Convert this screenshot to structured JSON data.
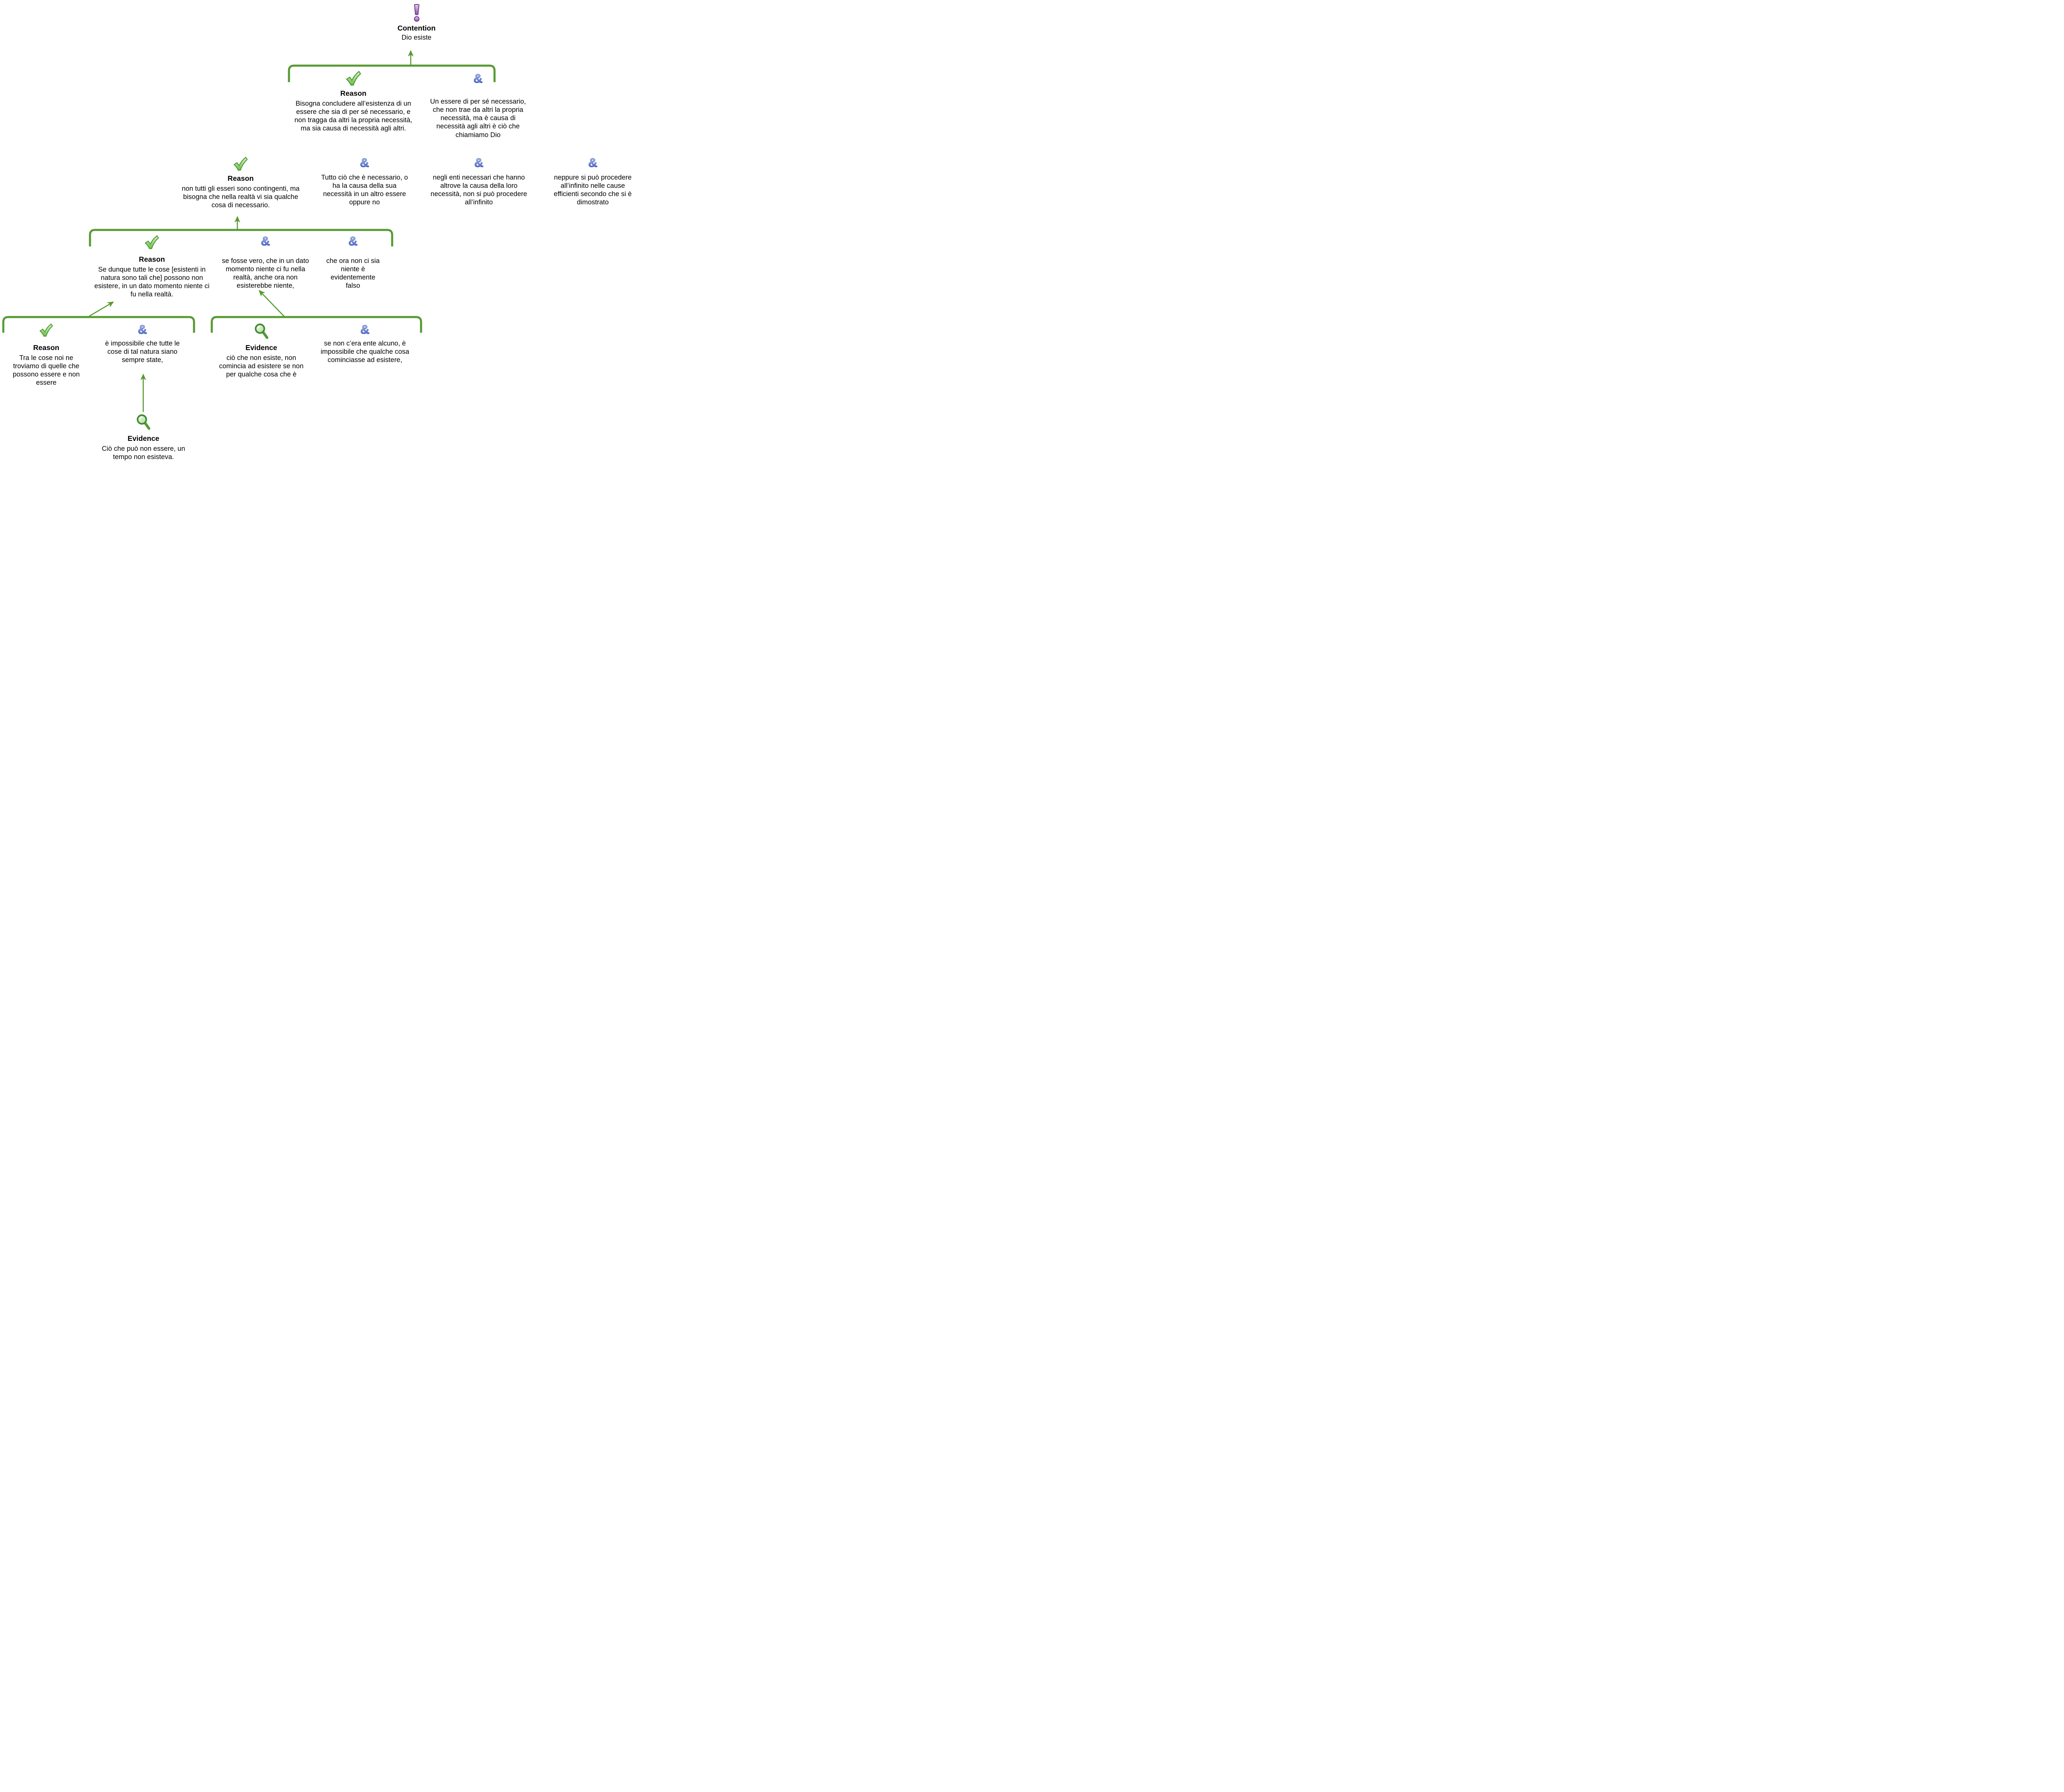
{
  "diagram": {
    "kind": "argument-map",
    "language": "Italian"
  },
  "palette": {
    "connector_green": "#579a32",
    "check_green": "#7ec55f",
    "check_outline": "#4c9a33",
    "ampersand_blue": "#2e4fc0",
    "ampersand_outline": "#2b49ae",
    "magnifier_green": "#3e8c2d",
    "contention_purple": "#8d4fae",
    "contention_outline": "#6f3d90",
    "text_color": "#000000"
  },
  "nodes": [
    {
      "id": "contention",
      "kind": "contention",
      "icon": "exclamation-icon",
      "label": "Contention",
      "text": "Dio esiste"
    },
    {
      "id": "reason-1",
      "kind": "reason",
      "icon": "check-icon",
      "label": "Reason",
      "text": "Bisogna concludere all’esistenza di un essere che sia di per sé necessario, e non tragga da altri la propria necessità, ma sia causa di necessità agli altri."
    },
    {
      "id": "conjunct-1",
      "kind": "conjunct",
      "icon": "ampersand-icon",
      "label": "",
      "text": "Un essere di per sé necessario, che non  trae da altri la propria necessità, ma è causa di necessità agli altri è ciò che chiamiamo Dio"
    },
    {
      "id": "reason-2",
      "kind": "reason",
      "icon": "check-icon",
      "label": "Reason",
      "text": "non tutti gli esseri sono contingenti, ma bisogna che nella realtà vi sia qualche cosa di necessario."
    },
    {
      "id": "conjunct-2",
      "kind": "conjunct",
      "icon": "ampersand-icon",
      "label": "",
      "text": "Tutto ciò che è necessario, o ha la causa della sua necessità in un altro essere oppure no"
    },
    {
      "id": "conjunct-3",
      "kind": "conjunct",
      "icon": "ampersand-icon",
      "label": "",
      "text": "negli enti necessari che hanno altrove la causa della loro necessità, non si può procedere all’infinito"
    },
    {
      "id": "conjunct-4",
      "kind": "conjunct",
      "icon": "ampersand-icon",
      "label": "",
      "text": "neppure si può procedere all’infinito nelle cause efficienti secondo che si è dimostrato"
    },
    {
      "id": "reason-3",
      "kind": "reason",
      "icon": "check-icon",
      "label": "Reason",
      "text": "Se dunque tutte le cose [esistenti in natura sono tali che] possono non esistere, in un dato momento niente ci fu nella realtà."
    },
    {
      "id": "conjunct-5",
      "kind": "conjunct",
      "icon": "ampersand-icon",
      "label": "",
      "text": "se fosse vero, che in un dato momento niente ci fu nella realtà, anche ora non esisterebbe niente,"
    },
    {
      "id": "conjunct-6",
      "kind": "conjunct",
      "icon": "ampersand-icon",
      "label": "",
      "text": "che ora non ci sia niente è evidentemente falso"
    },
    {
      "id": "reason-4",
      "kind": "reason",
      "icon": "check-icon",
      "label": "Reason",
      "text": "Tra le cose noi ne troviamo di quelle che possono essere e non essere"
    },
    {
      "id": "conjunct-7",
      "kind": "conjunct",
      "icon": "ampersand-icon",
      "label": "",
      "text": "è impossibile che tutte le cose di tal natura siano sempre state,"
    },
    {
      "id": "evidence-1",
      "kind": "evidence",
      "icon": "magnifier-icon",
      "label": "Evidence",
      "text": "ciò che non esiste, non comincia ad esistere se non per qualche cosa che è"
    },
    {
      "id": "conjunct-8",
      "kind": "conjunct",
      "icon": "ampersand-icon",
      "label": "",
      "text": "se non c’era ente alcuno, è impossibile che qualche cosa cominciasse ad esistere,"
    },
    {
      "id": "evidence-2",
      "kind": "evidence",
      "icon": "magnifier-icon",
      "label": "Evidence",
      "text": "Ciò che può non essere, un tempo non esisteva."
    }
  ]
}
